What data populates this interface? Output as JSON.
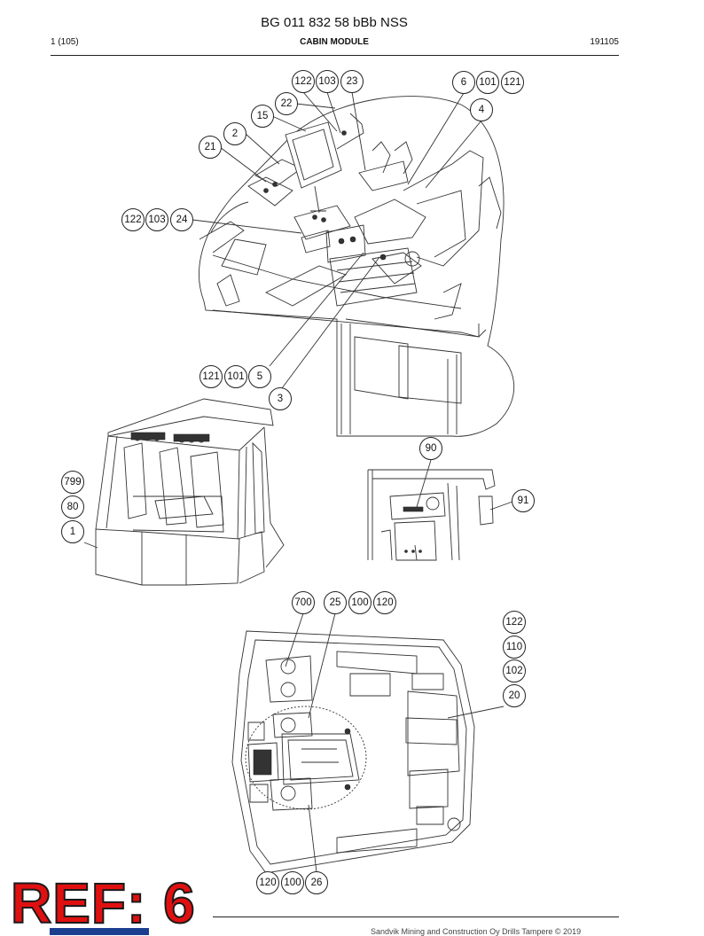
{
  "header": {
    "title": "BG 011 832 58 bBb NSS",
    "page": "1 (105)",
    "module": "CABIN MODULE",
    "code": "191105"
  },
  "callouts": {
    "c1": "122",
    "c2": "103",
    "c3": "23",
    "c4": "6",
    "c5": "101",
    "c6": "121",
    "c7": "4",
    "c8": "22",
    "c9": "15",
    "c10": "2",
    "c11": "21",
    "c12": "122",
    "c13": "103",
    "c14": "24",
    "c15": "121",
    "c16": "101",
    "c17": "5",
    "c18": "3",
    "c19": "799",
    "c20": "80",
    "c21": "1",
    "c22": "90",
    "c23": "91",
    "c24": "700",
    "c25": "25",
    "c26": "100",
    "c27": "120",
    "c28": "122",
    "c29": "110",
    "c30": "102",
    "c31": "20",
    "c32": "120",
    "c33": "100",
    "c34": "26"
  },
  "stamp": {
    "text": "REF: 6"
  },
  "footer": {
    "text": "Sandvik Mining and Construction Oy Drills Tampere © 2019"
  }
}
